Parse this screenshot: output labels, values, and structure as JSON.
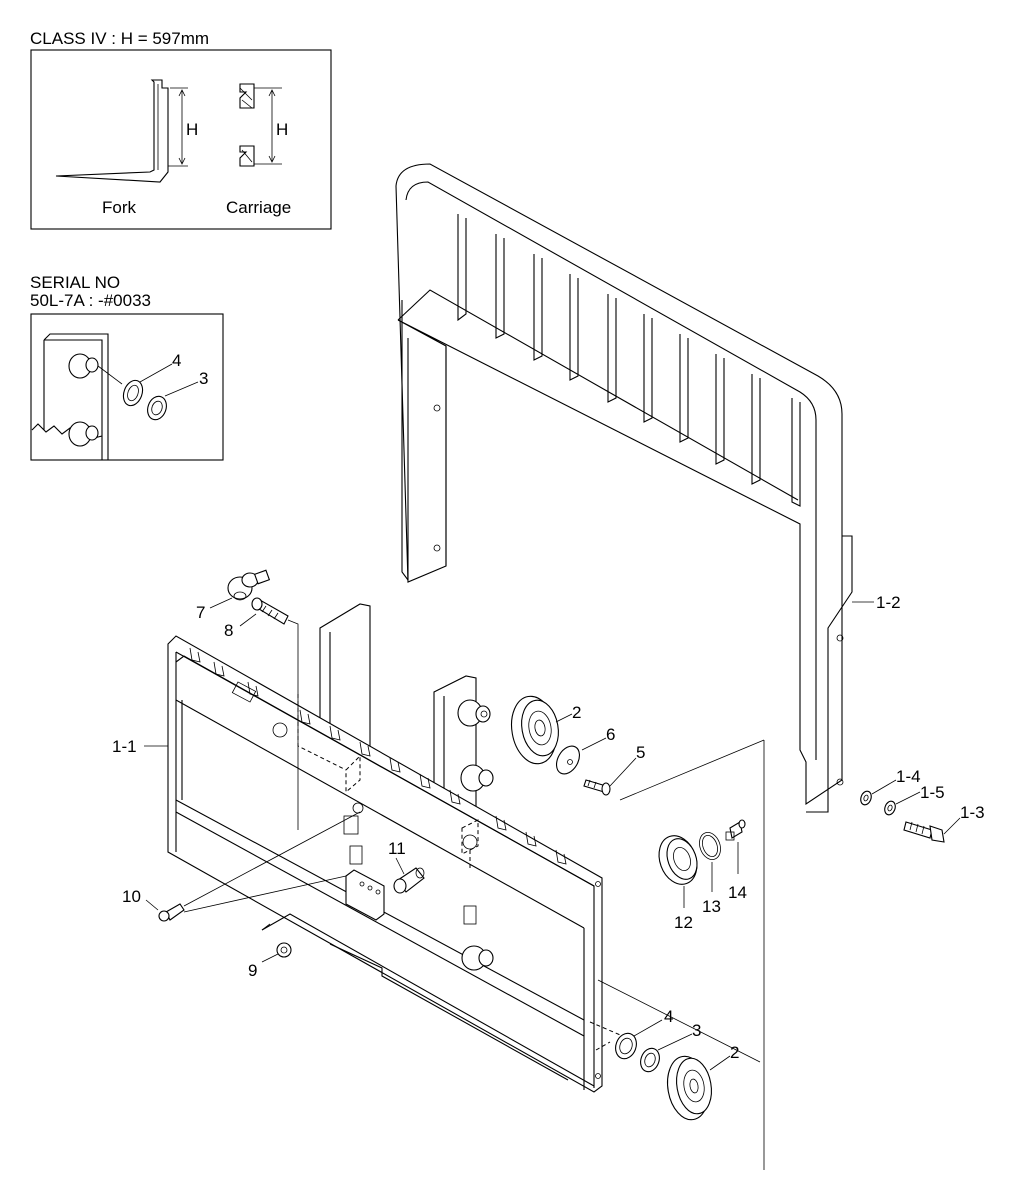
{
  "header": {
    "class_note": "CLASS IV : H = 597mm",
    "serial_title": "SERIAL NO",
    "serial_range": "50L-7A : -#0033"
  },
  "inset_class": {
    "fork_label": "Fork",
    "carriage_label": "Carriage",
    "dim_fork": "H",
    "dim_carriage": "H"
  },
  "inset_serial": {
    "callouts": [
      "4",
      "3"
    ]
  },
  "callouts": {
    "c1_2": "1-2",
    "c1_1": "1-1",
    "c7": "7",
    "c8": "8",
    "c2_top": "2",
    "c6": "6",
    "c5": "5",
    "c1_4": "1-4",
    "c1_5": "1-5",
    "c1_3": "1-3",
    "c11": "11",
    "c10": "10",
    "c9": "9",
    "c12": "12",
    "c13": "13",
    "c14": "14",
    "c4": "4",
    "c3": "3",
    "c2_bottom": "2"
  }
}
